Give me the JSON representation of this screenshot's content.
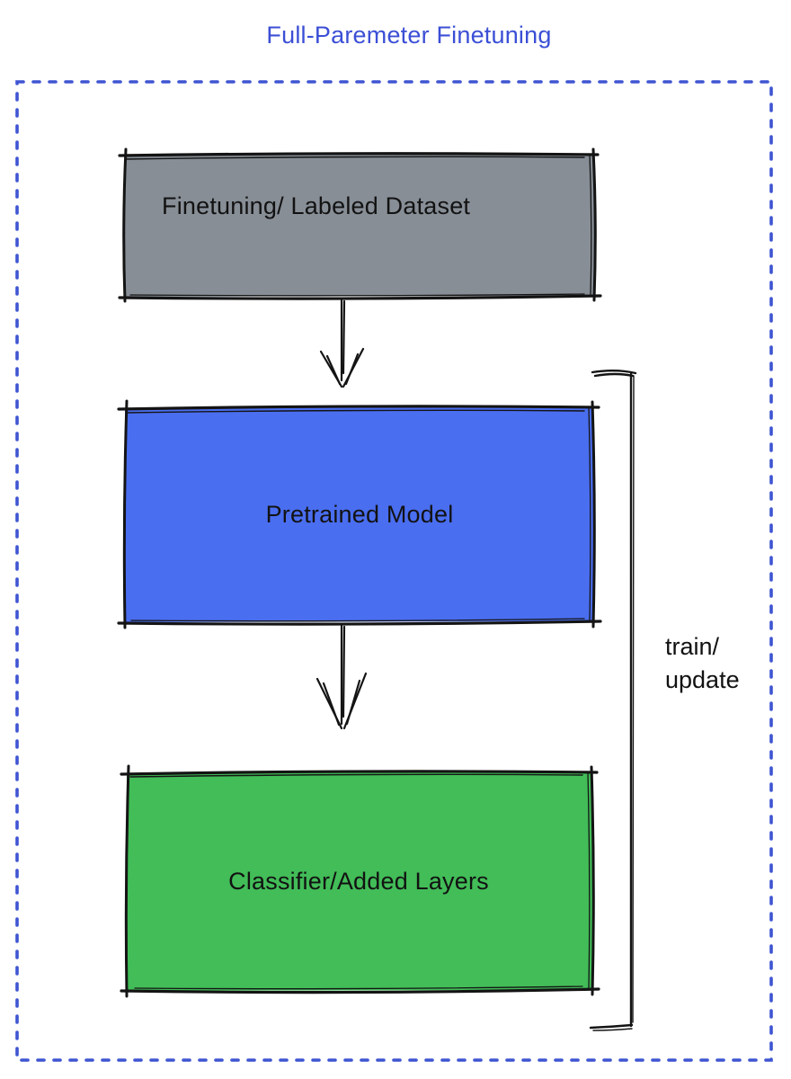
{
  "diagram": {
    "title": "Full-Paremeter Finetuning",
    "title_color": "#3b4fd6",
    "border_color": "#3f55d2",
    "sketch_color": "#141414",
    "nodes": [
      {
        "id": "finetuning-dataset",
        "label": "Finetuning/ Labeled Dataset",
        "fill": "#878e96"
      },
      {
        "id": "pretrained-model",
        "label": "Pretrained Model",
        "fill": "#4a6ef0"
      },
      {
        "id": "classifier-added-layers",
        "label": "Classifier/Added Layers",
        "fill": "#42bd58"
      }
    ],
    "edges": [
      {
        "from": "finetuning-dataset",
        "to": "pretrained-model"
      },
      {
        "from": "pretrained-model",
        "to": "classifier-added-layers"
      }
    ],
    "bracket_label": "train/\nupdate"
  }
}
